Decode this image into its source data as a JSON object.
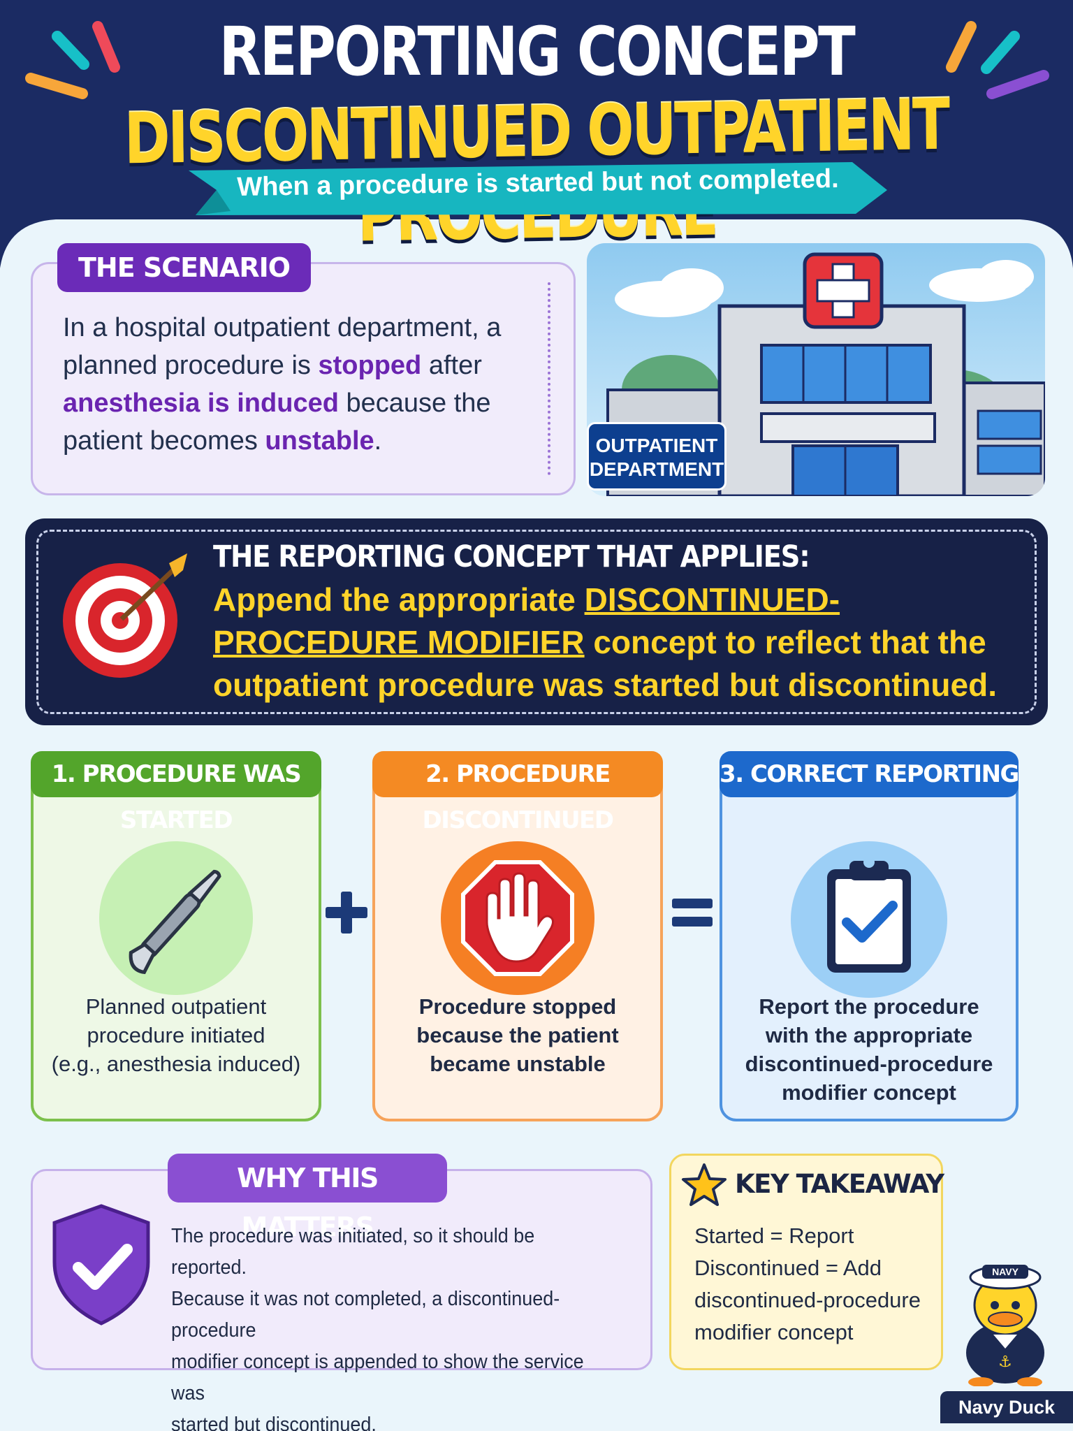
{
  "header": {
    "title_line1": "REPORTING CONCEPT",
    "title_line2": "DISCONTINUED OUTPATIENT PROCEDURE",
    "subtitle": "When a procedure is started but not completed."
  },
  "scenario": {
    "tag": "THE SCENARIO",
    "text_1": "In a hospital outpatient department, a planned procedure is ",
    "highlight_1": "stopped",
    "text_2": " after ",
    "highlight_2": "anesthesia is induced",
    "text_3": " because the patient becomes ",
    "highlight_3": "unstable",
    "text_4": ".",
    "department_label_1": "OUTPATIENT",
    "department_label_2": "DEPARTMENT"
  },
  "concept": {
    "heading": "THE REPORTING CONCEPT THAT APPLIES:",
    "body_1": "Append the appropriate ",
    "body_link": "DISCONTINUED-PROCEDURE MODIFIER",
    "body_2": " concept to reflect that the outpatient procedure was started but discontinued."
  },
  "steps": [
    {
      "tag": "1. PROCEDURE WAS STARTED",
      "desc_1": "Planned outpatient",
      "desc_2": "procedure initiated",
      "desc_3": "(e.g., anesthesia induced)",
      "icon": "scalpel-icon",
      "color": "#53a52b"
    },
    {
      "tag": "2. PROCEDURE DISCONTINUED",
      "desc_1": "Procedure stopped",
      "desc_2": "because the patient",
      "desc_3": "became unstable",
      "icon": "stop-hand-icon",
      "color": "#f48a23"
    },
    {
      "tag": "3. CORRECT REPORTING",
      "desc_1": "Report the procedure",
      "desc_2": "with the appropriate",
      "desc_3": "discontinued-procedure",
      "desc_4": "modifier concept",
      "icon": "clipboard-check-icon",
      "color": "#1d69cc"
    }
  ],
  "why": {
    "tag": "WHY THIS MATTERS",
    "line_1": "The procedure was initiated, so it should be reported.",
    "line_2": "Because it was not completed, a discontinued-procedure",
    "line_3": "modifier concept is appended to show the service was",
    "line_4": "started but discontinued."
  },
  "takeaway": {
    "heading": "KEY TAKEAWAY",
    "line_1": "Started = Report",
    "line_2": "Discontinued = Add",
    "line_3": "discontinued-procedure",
    "line_4": "modifier concept"
  },
  "mascot": {
    "hat_text": "NAVY",
    "label": "Navy Duck"
  },
  "colors": {
    "navy": "#172147",
    "gold": "#ffd42a",
    "purple": "#6b2bb8",
    "teal": "#17b6c0"
  }
}
